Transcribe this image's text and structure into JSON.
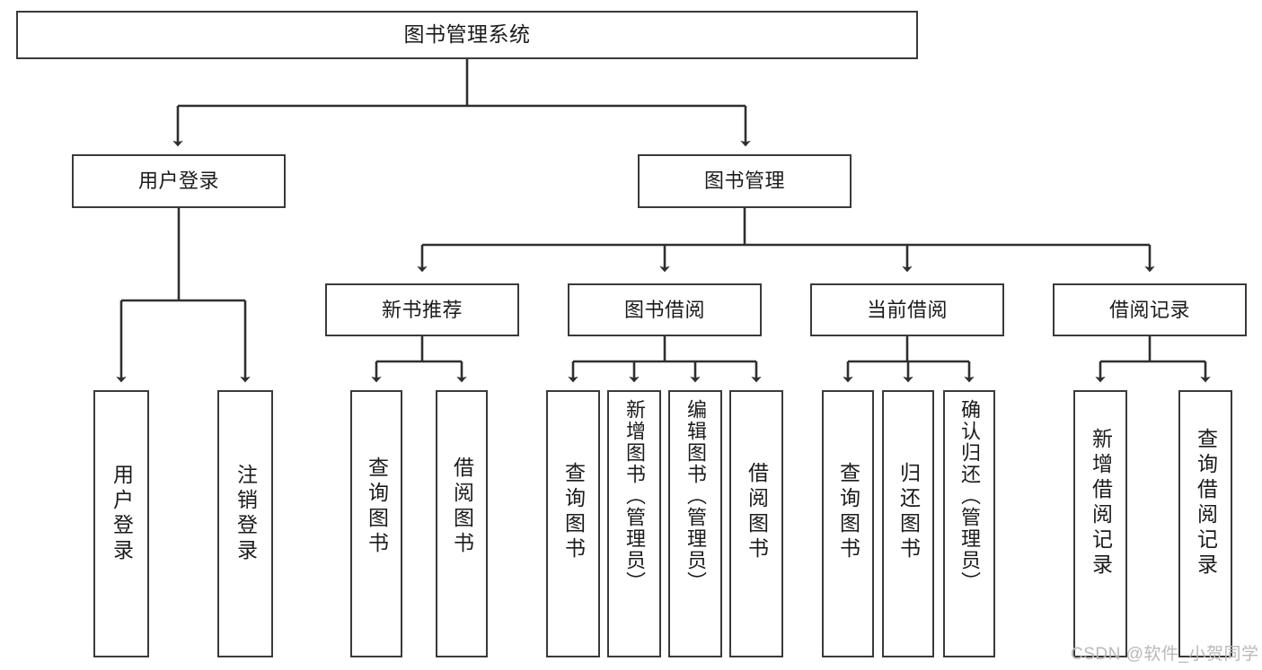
{
  "diagram": {
    "title": "图书管理系统",
    "type": "function-structure-tree",
    "style": {
      "box_border_color": "#3a3a3a",
      "box_fill_color": "#ffffff",
      "edge_color": "#2f2f2f",
      "background": "#ffffff",
      "watermark_color": "#b9b9b9"
    },
    "levels": [
      {
        "level": 0,
        "nodes": [
          {
            "id": "root",
            "label": "图书管理系统",
            "orientation": "horizontal"
          }
        ]
      },
      {
        "level": 1,
        "nodes": [
          {
            "id": "user-login",
            "label": "用户登录",
            "orientation": "horizontal"
          },
          {
            "id": "book-manage",
            "label": "图书管理",
            "orientation": "horizontal"
          }
        ]
      },
      {
        "level": 2,
        "nodes": [
          {
            "id": "new-book-recommend",
            "label": "新书推荐",
            "orientation": "horizontal"
          },
          {
            "id": "book-borrow",
            "label": "图书借阅",
            "orientation": "horizontal"
          },
          {
            "id": "current-borrow",
            "label": "当前借阅",
            "orientation": "horizontal"
          },
          {
            "id": "borrow-record",
            "label": "借阅记录",
            "orientation": "horizontal"
          }
        ]
      },
      {
        "level": 3,
        "nodes": [
          {
            "id": "leaf-user-login",
            "label": "用户登录",
            "orientation": "vertical",
            "parent": "user-login"
          },
          {
            "id": "leaf-logout",
            "label": "注销登录",
            "orientation": "vertical",
            "parent": "user-login"
          },
          {
            "id": "leaf-query-book-1",
            "label": "查询图书",
            "orientation": "vertical",
            "parent": "new-book-recommend"
          },
          {
            "id": "leaf-borrow-book-1",
            "label": "借阅图书",
            "orientation": "vertical",
            "parent": "new-book-recommend"
          },
          {
            "id": "leaf-query-book-2",
            "label": "查询图书",
            "orientation": "vertical",
            "parent": "book-borrow"
          },
          {
            "id": "leaf-add-book",
            "label": "新增图书（管理员）",
            "orientation": "vertical",
            "parent": "book-borrow"
          },
          {
            "id": "leaf-edit-book",
            "label": "编辑图书（管理员）",
            "orientation": "vertical",
            "parent": "book-borrow"
          },
          {
            "id": "leaf-borrow-book-2",
            "label": "借阅图书",
            "orientation": "vertical",
            "parent": "book-borrow"
          },
          {
            "id": "leaf-query-book-3",
            "label": "查询图书",
            "orientation": "vertical",
            "parent": "current-borrow"
          },
          {
            "id": "leaf-return-book",
            "label": "归还图书",
            "orientation": "vertical",
            "parent": "current-borrow"
          },
          {
            "id": "leaf-confirm-return",
            "label": "确认归还（管理员）",
            "orientation": "vertical",
            "parent": "current-borrow"
          },
          {
            "id": "leaf-add-record",
            "label": "新增借阅记录",
            "orientation": "vertical",
            "parent": "borrow-record"
          },
          {
            "id": "leaf-query-record",
            "label": "查询借阅记录",
            "orientation": "vertical",
            "parent": "borrow-record"
          }
        ]
      }
    ],
    "watermark": "CSDN @软件_小贺同学"
  }
}
